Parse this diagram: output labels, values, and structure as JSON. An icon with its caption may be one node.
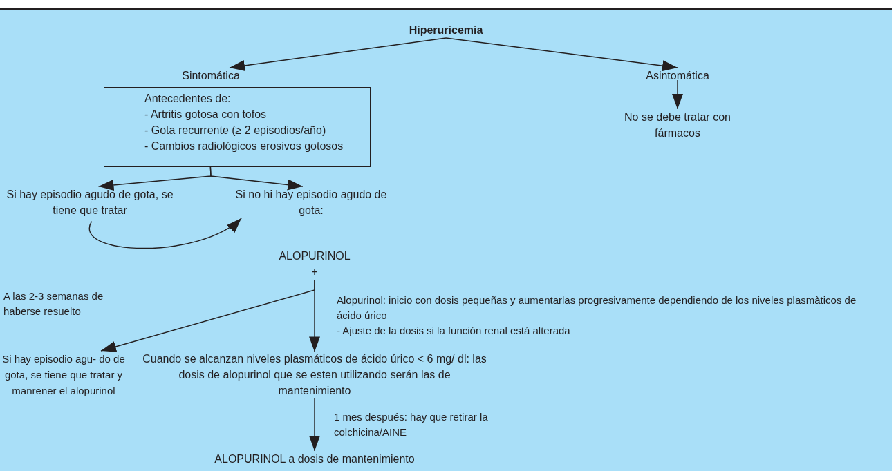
{
  "diagram": {
    "nodes": [
      {
        "text": [
          "Hiperuricemia"
        ]
      },
      {
        "text": [
          "Sintomática"
        ]
      },
      {
        "text": [
          "Antecedentes de:",
          "- Artritis gotosa con tofos",
          "- Gota recurrente (≥ 2 episodios/año)",
          "- Cambios radiológicos erosivos gotosos"
        ]
      },
      {
        "text": [
          "Asintomática"
        ]
      },
      {
        "text": [
          "No se debe tratar con fármacos"
        ]
      },
      {
        "text": [
          "Si hay episodio agudo de gota, se tiene que tratar"
        ]
      },
      {
        "text": [
          "Si no hi hay episodio agudo de gota:"
        ]
      },
      {
        "text": [
          "ALOPURINOL",
          "+"
        ]
      },
      {
        "text": [
          "Si hay episodio agu- do de gota, se tiene que tratar y manrener el alopurinol"
        ]
      },
      {
        "text": [
          "Cuando se alcanzan niveles plasmáticos de ácido úrico < 6 mg/ dl: las dosis de alopurinol que se esten utilizando serán las de mantenimiento"
        ]
      },
      {
        "text": [
          "ALOPURINOL a dosis de mantenimiento"
        ]
      }
    ],
    "edges": [
      {
        "from": 0,
        "to": 1,
        "arrow": "to"
      },
      {
        "from": 0,
        "to": 3,
        "arrow": "to"
      },
      {
        "from": 3,
        "to": 4,
        "arrow": "to"
      },
      {
        "from": 2,
        "to": 5,
        "arrow": "to"
      },
      {
        "from": 2,
        "to": 6,
        "arrow": "to"
      },
      {
        "from": 5,
        "to": 6,
        "arrow": "to"
      },
      {
        "from": 7,
        "to": 8,
        "arrow": "to"
      },
      {
        "from": 7,
        "to": 9,
        "arrow": "to"
      },
      {
        "from": 9,
        "to": 10,
        "arrow": "to",
        "label": "1 mes después: hay que retirar la colchicina/AINE"
      }
    ],
    "labels": [
      "A las 2-3 semanas de haberse resuelto",
      "Alopurinol: inicio con dosis pequeñas y aumentarlas progresivamente dependiendo de los niveles plasmàticos de ácido úrico",
      "- Ajuste de la dosis si la función renal está alterada"
    ]
  }
}
